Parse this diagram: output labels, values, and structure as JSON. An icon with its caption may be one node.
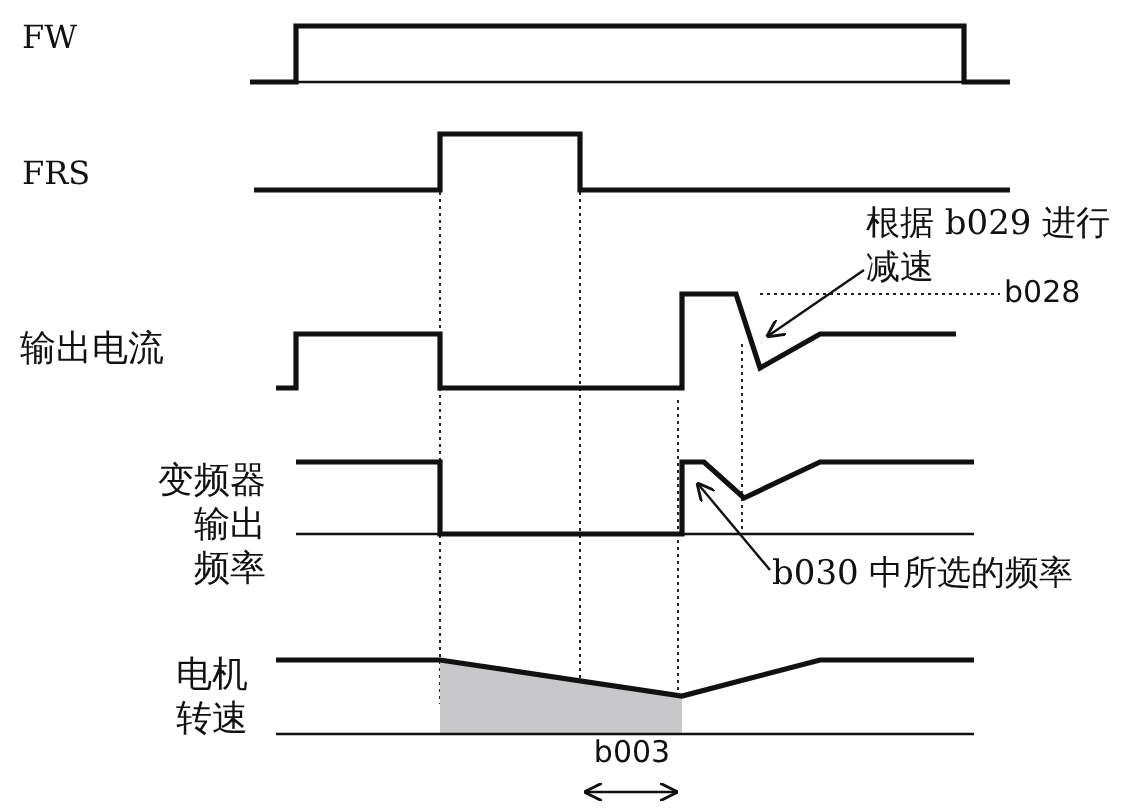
{
  "diagram": {
    "nodes": [
      {
        "text": [
          "根据 b029 进行减速"
        ]
      },
      {
        "text": [
          "b030 中所选的频率"
        ]
      }
    ],
    "edges": [
      {
        "from": 0,
        "to": null,
        "arrow": "to"
      },
      {
        "from": 1,
        "to": null,
        "arrow": "to"
      }
    ],
    "labels": [
      "FW",
      "FRS",
      "b028",
      "输出电流",
      "变频器输出频率",
      "电机转速",
      "b003"
    ]
  }
}
